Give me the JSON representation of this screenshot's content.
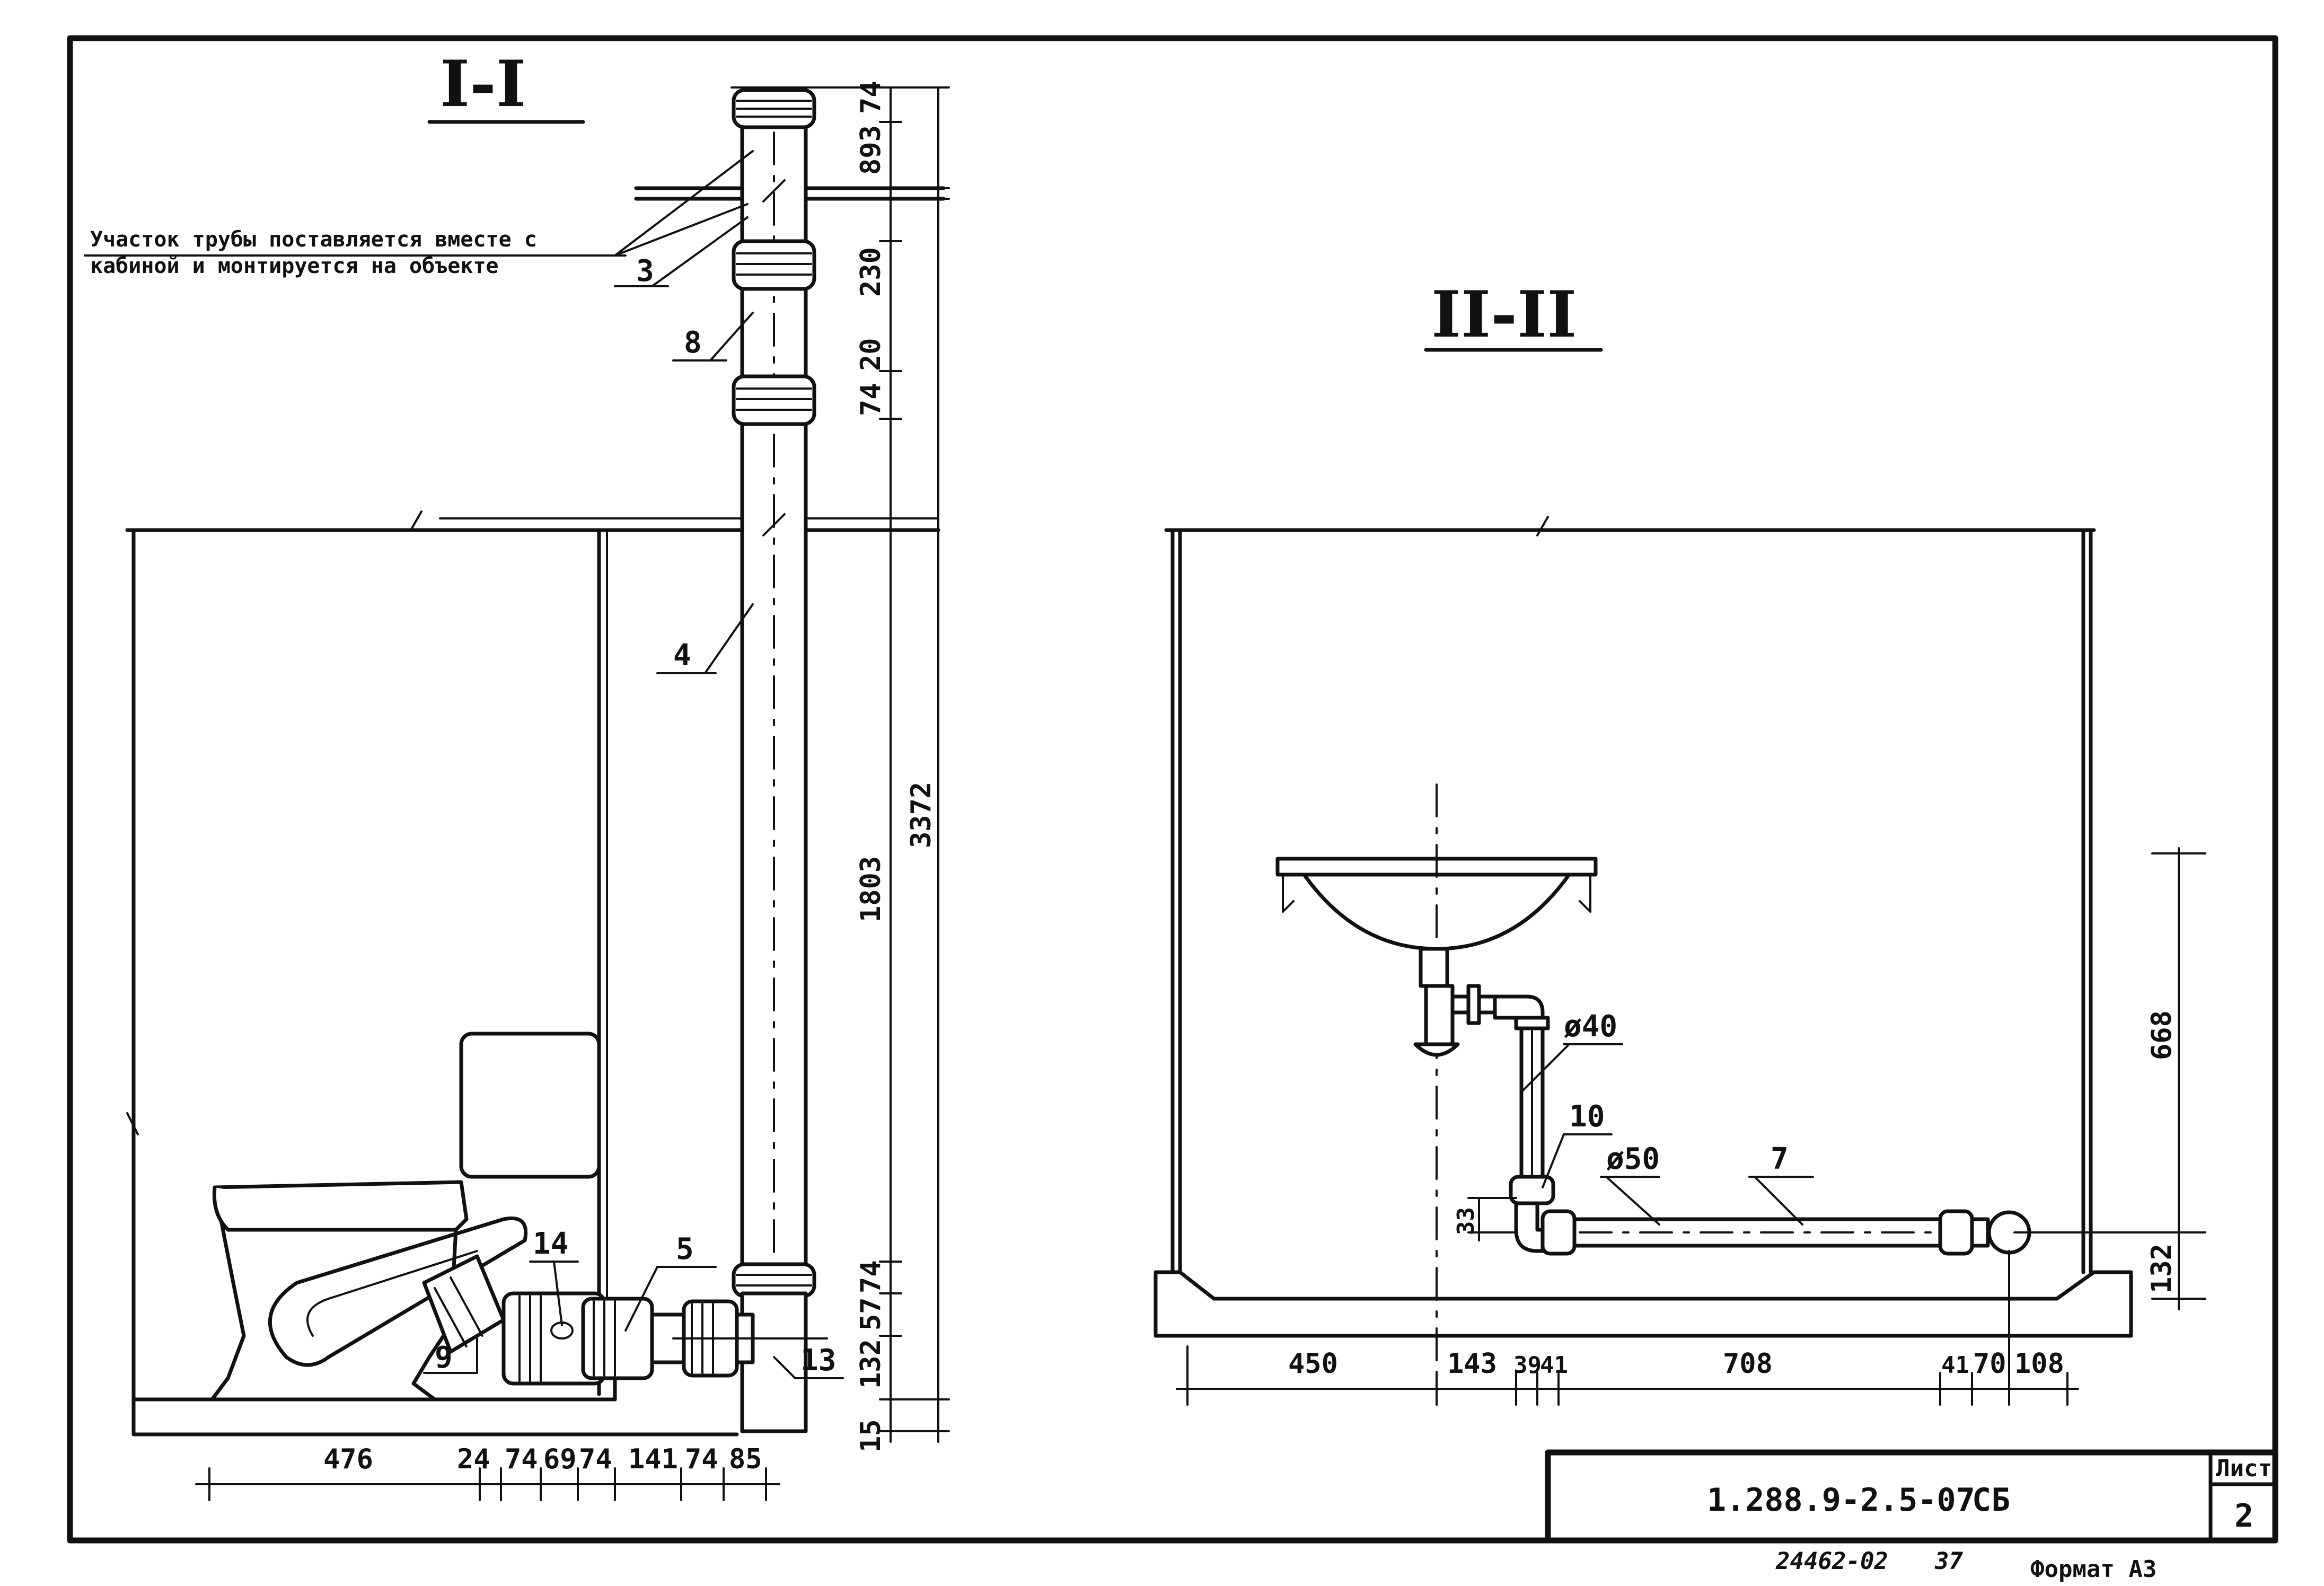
{
  "sections": {
    "left_title": "I-I",
    "right_title": "II-II"
  },
  "note": {
    "line1": "Участок трубы поставляется вместе с",
    "line2": "кабиной и монтируется на объекте"
  },
  "callouts": {
    "c3": "3",
    "c8": "8",
    "c4": "4",
    "c14": "14",
    "c5": "5",
    "c9": "9",
    "c13": "13",
    "c10": "10",
    "c7": "7",
    "d40": "ø40",
    "d50": "ø50"
  },
  "dims_left_vertical": {
    "d74a": "74",
    "d893": "893",
    "d230": "230",
    "d20": "20",
    "d74b": "74",
    "d1803": "1803",
    "d3372": "3372",
    "d74c": "74",
    "d57": "57",
    "d132": "132",
    "d15": "15"
  },
  "dims_left_horizontal": {
    "d476": "476",
    "d24": "24",
    "d74a": "74",
    "d69": "69",
    "d74b": "74",
    "d141": "141",
    "d74c": "74",
    "d85": "85"
  },
  "dims_right": {
    "d450": "450",
    "d143": "143",
    "d39": "39",
    "d41a": "41",
    "d708": "708",
    "d41b": "41",
    "d70": "70",
    "d108": "108",
    "d668": "668",
    "d132": "132",
    "d33": "33"
  },
  "title_block": {
    "code": "1.288.9-2.5-07",
    "mark": "СБ",
    "sheet_label": "Лист",
    "sheet_no": "2"
  },
  "footer": {
    "inv": "24462-02",
    "page": "37",
    "format": "Формат А3"
  }
}
